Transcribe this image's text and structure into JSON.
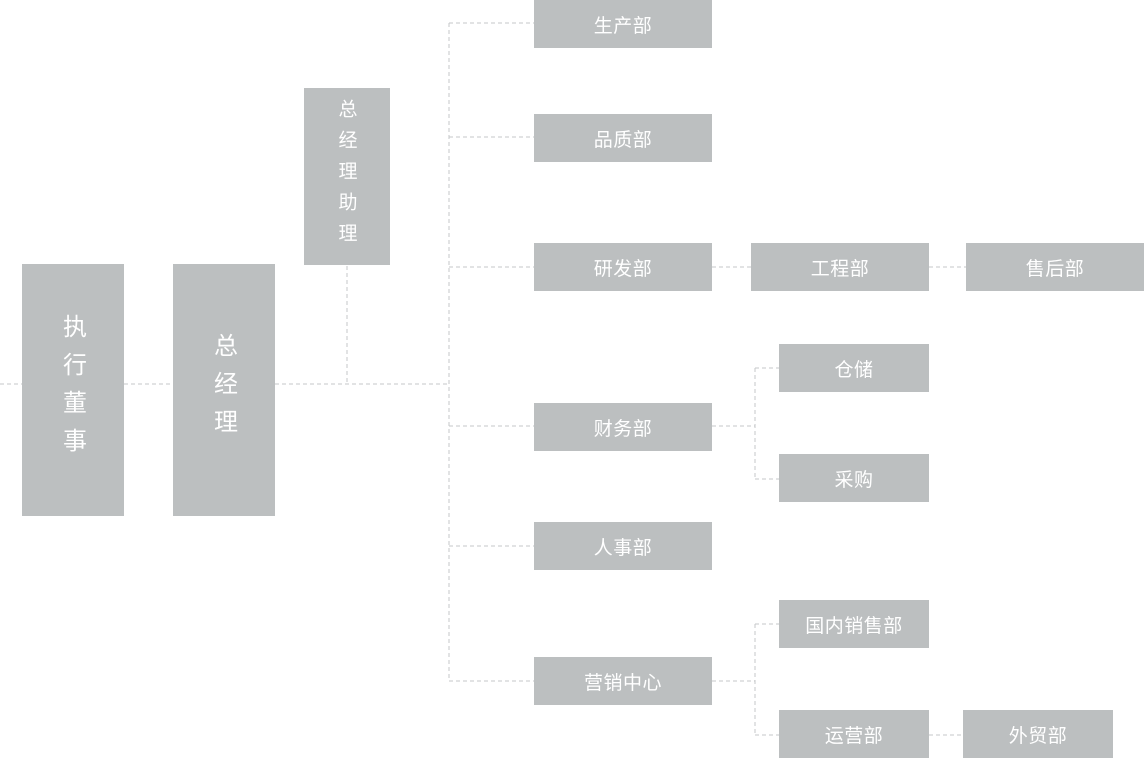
{
  "colors": {
    "box_fill": "#bcbfc0",
    "box_text": "#ffffff",
    "connector": "#c4c7c8",
    "background": "#ffffff"
  },
  "nodes": {
    "executive_director": "执行董事",
    "general_manager": "总经理",
    "gm_assistant": "总经理助理",
    "production": "生产部",
    "quality": "品质部",
    "rnd": "研发部",
    "engineering": "工程部",
    "after_sales": "售后部",
    "finance": "财务部",
    "warehouse": "仓储",
    "procurement": "采购",
    "hr": "人事部",
    "marketing_center": "营销中心",
    "domestic_sales": "国内销售部",
    "operations": "运营部",
    "foreign_trade": "外贸部"
  }
}
